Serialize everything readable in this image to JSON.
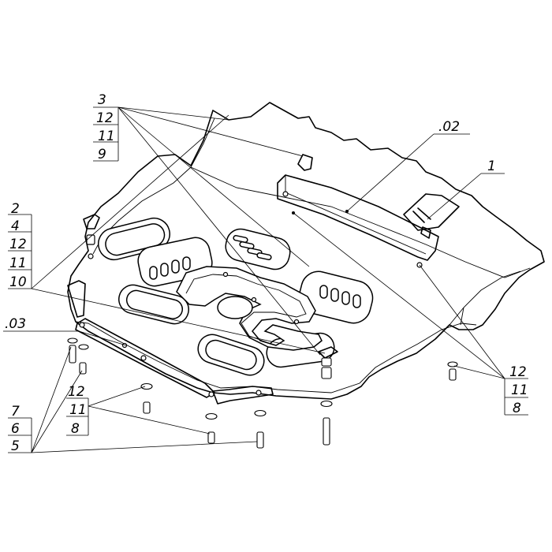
{
  "labels": {
    "l3": "3",
    "l12a": "12",
    "l11a": "11",
    "l9": "9",
    "l2": "2",
    "l4": "4",
    "l12b": "12",
    "l11b": "11",
    "l10": "10",
    "l03": ".03",
    "l02": ".02",
    "l1": "1",
    "l12c": "12",
    "l11c": "11",
    "l8c": "8",
    "l12d": "12",
    "l11d": "11",
    "l8d": "8",
    "l7": "7",
    "l6": "6",
    "l5": "5"
  }
}
